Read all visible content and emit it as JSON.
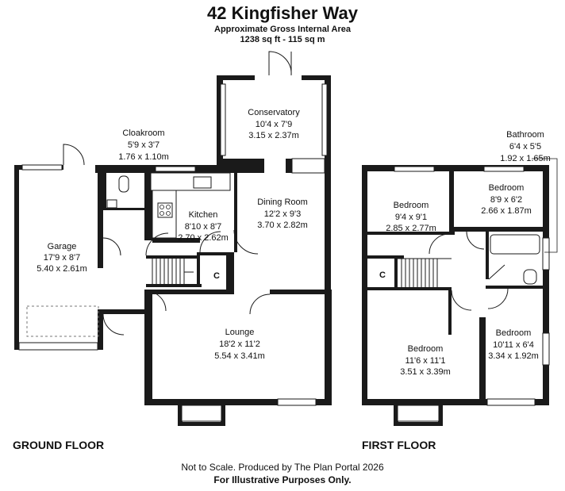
{
  "header": {
    "title": "42 Kingfisher Way",
    "subtitle_area": "Approximate Gross Internal Area",
    "subtitle_size": "1238 sq ft - 115 sq m"
  },
  "floors": {
    "ground": "GROUND FLOOR",
    "first": "FIRST FLOOR"
  },
  "rooms": {
    "conservatory": {
      "name": "Conservatory",
      "imperial": "10'4 x 7'9",
      "metric": "3.15 x 2.37m"
    },
    "cloakroom": {
      "name": "Cloakroom",
      "imperial": "5'9 x 3'7",
      "metric": "1.76 x 1.10m"
    },
    "garage": {
      "name": "Garage",
      "imperial": "17'9 x 8'7",
      "metric": "5.40 x 2.61m"
    },
    "kitchen": {
      "name": "Kitchen",
      "imperial": "8'10 x 8'7",
      "metric": "2.70 x 2.62m"
    },
    "dining": {
      "name": "Dining Room",
      "imperial": "12'2 x 9'3",
      "metric": "3.70 x 2.82m"
    },
    "lounge": {
      "name": "Lounge",
      "imperial": "18'2 x 11'2",
      "metric": "5.54 x 3.41m"
    },
    "bathroom": {
      "name": "Bathroom",
      "imperial": "6'4 x 5'5",
      "metric": "1.92 x 1.65m"
    },
    "bedroom1": {
      "name": "Bedroom",
      "imperial": "9'4 x 9'1",
      "metric": "2.85 x 2.77m"
    },
    "bedroom2": {
      "name": "Bedroom",
      "imperial": "8'9 x 6'2",
      "metric": "2.66 x 1.87m"
    },
    "bedroom3": {
      "name": "Bedroom",
      "imperial": "11'6 x 11'1",
      "metric": "3.51 x 3.39m"
    },
    "bedroom4": {
      "name": "Bedroom",
      "imperial": "10'11 x 6'4",
      "metric": "3.34 x 1.92m"
    }
  },
  "cupboard_label": "C",
  "footer": {
    "line1": "Not to Scale. Produced by The Plan Portal 2026",
    "line2": "For Illustrative Purposes Only."
  }
}
